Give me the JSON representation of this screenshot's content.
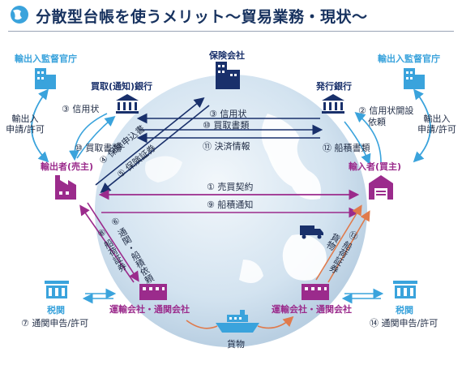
{
  "title": "分散型台帳を使うメリット～貿易業務・現状～",
  "colors": {
    "navy": "#19306b",
    "purple": "#9b2b8c",
    "sky": "#3aa3dc",
    "orange": "#e07a4b",
    "globe": "#cde0ef"
  },
  "nodes": {
    "export_authority": "輸出入監督官庁",
    "import_authority": "輸出入監督官庁",
    "insurance": "保険会社",
    "buying_bank": "買取(通知)銀行",
    "issuing_bank": "発行銀行",
    "exporter": "輸出者(売主)",
    "importer": "輸入者(買主)",
    "customs_left": "税関",
    "customs_right": "税関",
    "carrier_left": "運輸会社・通関会社",
    "carrier_right": "運輸会社・通関会社",
    "ship_goods": "貨物"
  },
  "labels": {
    "left_authority_flow": [
      "輸出入",
      "申請/許可"
    ],
    "right_authority_flow": [
      "輸出入",
      "申請/許可"
    ],
    "lc_left": "③ 信用状",
    "lc_top": "③ 信用状",
    "lc_open": [
      "② 信用状開設",
      "依頼"
    ],
    "purchase_docs_top": "⑩ 買取書類",
    "settlement": "⑪ 決済情報",
    "purchase_docs_left": "⑩ 買取書類",
    "shipping_docs_right": "⑫ 船積書類",
    "insurance_app": "④ 保険申込書",
    "insurance_cert": "⑤ 保険証券",
    "sales_contract": "① 売買契約",
    "shipping_notice": "⑨ 船積通知",
    "transport_request": "⑥ 通関・船積依頼",
    "bl_left": "⑧ 船荷証券",
    "bl_right": "⑬ 船荷証券",
    "goods_right": "貨物",
    "customs_left_decl": "⑦ 通関申告/許可",
    "customs_right_decl": "⑭ 通関申告/許可"
  },
  "icons": [
    "globe-logo-icon",
    "building-icon",
    "bank-icon",
    "factory-icon",
    "warehouse-icon",
    "customs-office-icon",
    "truck-icon",
    "ship-icon"
  ]
}
